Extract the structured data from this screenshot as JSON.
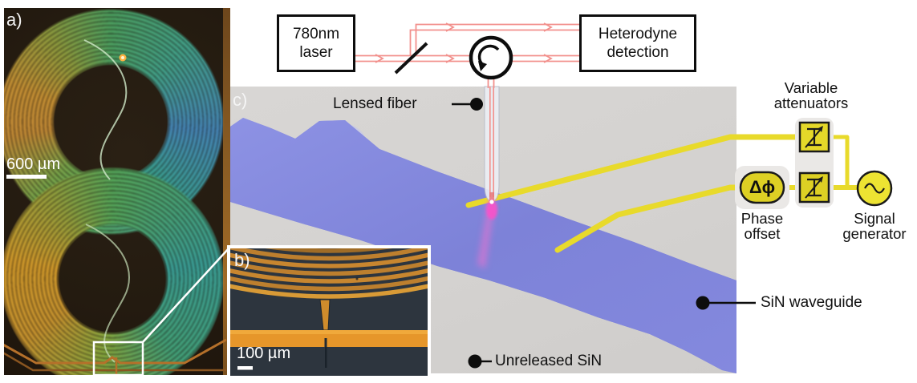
{
  "panels": {
    "a": {
      "label": "a)",
      "scalebar_label": "600 µm"
    },
    "b": {
      "label": "b)",
      "scalebar_label": "100 µm"
    },
    "c": {
      "label": "c)",
      "annotations": {
        "lensed_fiber": "Lensed fiber",
        "sin_waveguide": "SiN waveguide",
        "unreleased_sin": "Unreleased SiN"
      }
    }
  },
  "schematic": {
    "laser_label": "780nm laser",
    "detection_label": "Heterodyne detection",
    "icons": {
      "circulator": "circulator-icon",
      "beam_splitter": "beam-splitter-icon",
      "lensed_fiber": "lensed-fiber-tube"
    }
  },
  "drive_electronics": {
    "variable_attenuators_label": "Variable attenuators",
    "phase_offset_label": "Phase offset",
    "phase_symbol": "Δϕ",
    "signal_generator_label": "Signal generator",
    "icons": {
      "attenuator": "attenuator-icon",
      "phase_shifter": "phase-shifter-chip",
      "signal_generator": "sine-wave-icon"
    }
  },
  "colors": {
    "beam_red": "#f2908c",
    "wire_yellow": "#e8da2b",
    "symbol_yellow": "#e5d829",
    "membrane_blue": "#8288dc",
    "panel_c_bg": "#d5d3d1",
    "inset_orange": "#cf8c2c"
  }
}
